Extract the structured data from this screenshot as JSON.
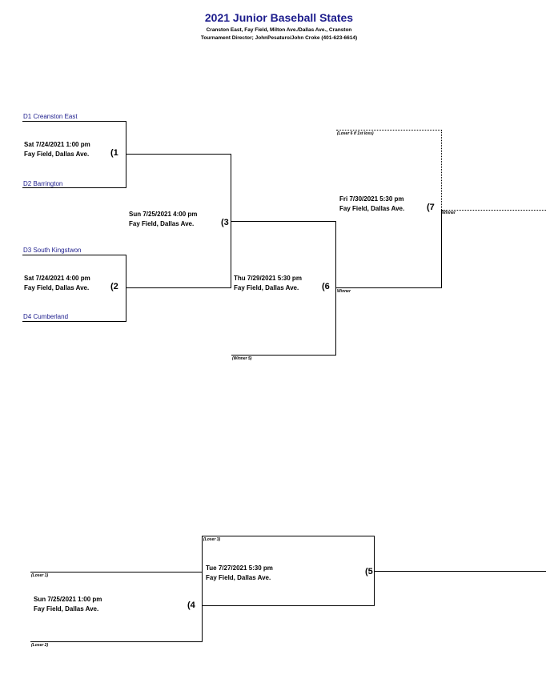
{
  "header": {
    "title": "2021 Junior Baseball States",
    "subtitle1": "Cranston East, Fay Field, Milton Ave./Dallas Ave., Cranston",
    "subtitle2": "Tournament Director; JohnPesaturo/John Croke (401-623-6614)"
  },
  "teams": {
    "d1": "D1 Creanston East",
    "d2": "D2 Barrington",
    "d3": "D3 South Kingstwon",
    "d4": "D4 Cumberland"
  },
  "games": {
    "g1": {
      "date": "Sat 7/24/2021 1:00 pm",
      "venue": "Fay Field, Dallas Ave.",
      "num": "(1"
    },
    "g2": {
      "date": "Sat 7/24/2021 4:00 pm",
      "venue": "Fay Field, Dallas Ave.",
      "num": "(2"
    },
    "g3": {
      "date": "Sun 7/25/2021 4:00 pm",
      "venue": "Fay Field, Dallas Ave.",
      "num": "(3"
    },
    "g4": {
      "date": "Sun 7/25/2021 1:00 pm",
      "venue": "Fay Field, Dallas Ave.",
      "num": "(4"
    },
    "g5": {
      "date": "Tue 7/27/2021 5:30 pm",
      "venue": "Fay Field, Dallas Ave.",
      "num": "(5"
    },
    "g6": {
      "date": "Thu 7/29/2021 5:30 pm",
      "venue": "Fay Field, Dallas Ave.",
      "num": "(6"
    },
    "g7": {
      "date": "Fri 7/30/2021 5:30 pm",
      "venue": "Fay Field, Dallas Ave.",
      "num": "(7"
    }
  },
  "slots": {
    "loser6": "(Loser 6 if 1st loss)",
    "winner7": "Winner",
    "winner6": "Winner",
    "winner5": "(Winner 5)",
    "loser3": "(Loser 3)",
    "loser1": "(Loser 1)",
    "loser2": "(Loser 2)"
  }
}
